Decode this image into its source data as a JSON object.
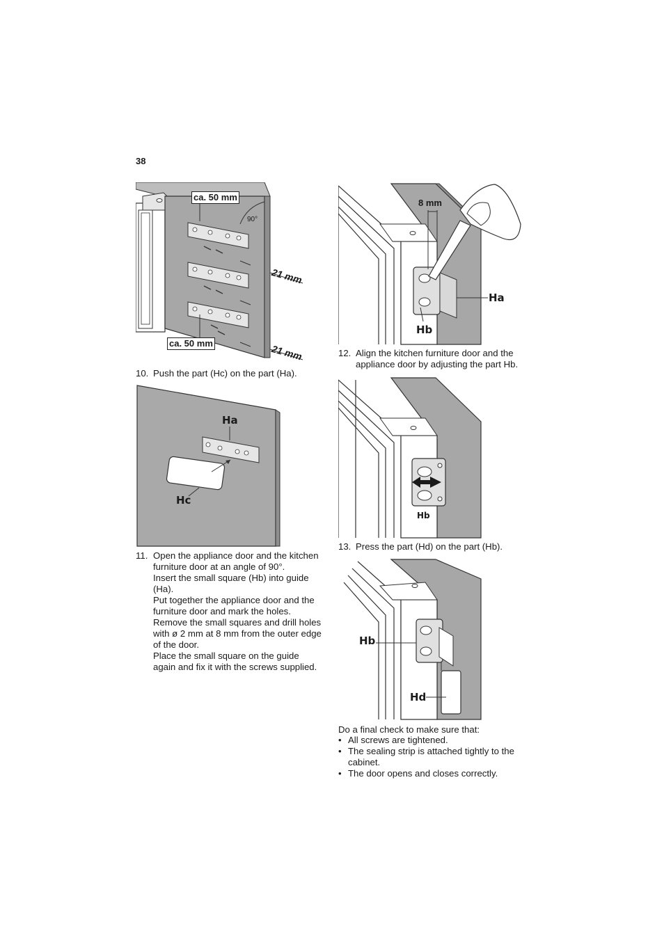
{
  "page_number": "38",
  "fig_top_left": {
    "label_top": "ca. 50 mm",
    "label_bottom": "ca. 50 mm",
    "angle": "90°",
    "dim_a": "21 mm",
    "dim_b": "21 mm"
  },
  "step10": {
    "number": "10.",
    "text": "Push the part (Hc) on the part (Ha)."
  },
  "fig_10": {
    "label_ha": "Ha",
    "label_hc": "Hc"
  },
  "step11": {
    "number": "11.",
    "lines": [
      "Open the appliance door and the kitchen",
      "furniture door at an angle of 90°.",
      "Insert the small square (Hb) into guide",
      "(Ha).",
      "Put together the appliance door and the",
      "furniture door and mark the holes.",
      "Remove the small squares and drill holes",
      "with ø 2 mm at 8 mm from the outer edge",
      "of the door.",
      "Place the small square on the guide",
      "again and fix it with the screws supplied."
    ]
  },
  "fig_top_right": {
    "dim": "8 mm",
    "label_ha": "Ha",
    "label_hb": "Hb"
  },
  "step12": {
    "number": "12.",
    "lines": [
      "Align the kitchen furniture door and the",
      "appliance door by adjusting the part Hb."
    ]
  },
  "fig_12": {
    "label_hb": "Hb"
  },
  "step13": {
    "number": "13.",
    "text": "Press the part (Hd) on the part (Hb)."
  },
  "fig_13": {
    "label_hb": "Hb",
    "label_hd": "Hd"
  },
  "final_check": {
    "intro": "Do a final check to make sure that:",
    "bullets": [
      "All screws are tightened.",
      "The sealing strip is attached tightly to the",
      "cabinet.",
      "The door opens and closes correctly."
    ]
  }
}
